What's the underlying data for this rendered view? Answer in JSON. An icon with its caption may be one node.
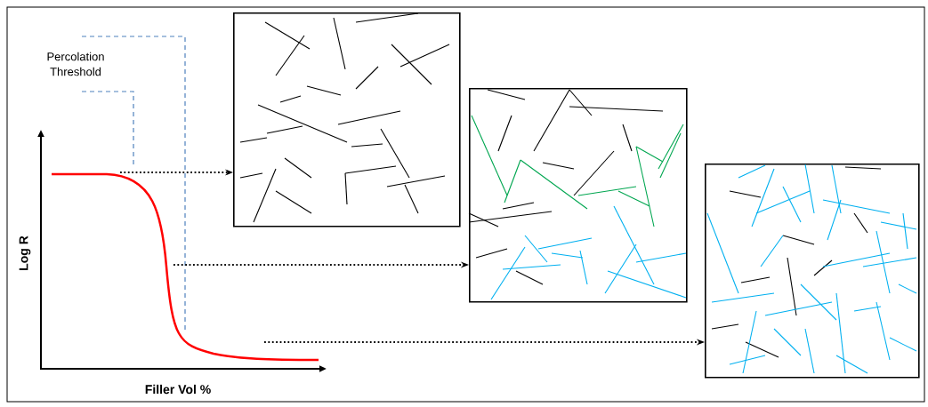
{
  "diagram": {
    "nodes": [
      {
        "text": [],
        "shape": "picture"
      },
      {
        "text": [],
        "shape": "box"
      },
      {
        "text": [],
        "shape": "box"
      },
      {
        "text": [],
        "shape": "box"
      }
    ],
    "edges": [
      {
        "from": 0,
        "to": 1,
        "arrow": "to"
      },
      {
        "from": 0,
        "to": 2,
        "arrow": "to"
      },
      {
        "from": 0,
        "to": 3,
        "arrow": "to"
      }
    ],
    "labels": [
      "Percolation Threshold",
      "Log R",
      "Filler Vol %"
    ]
  }
}
